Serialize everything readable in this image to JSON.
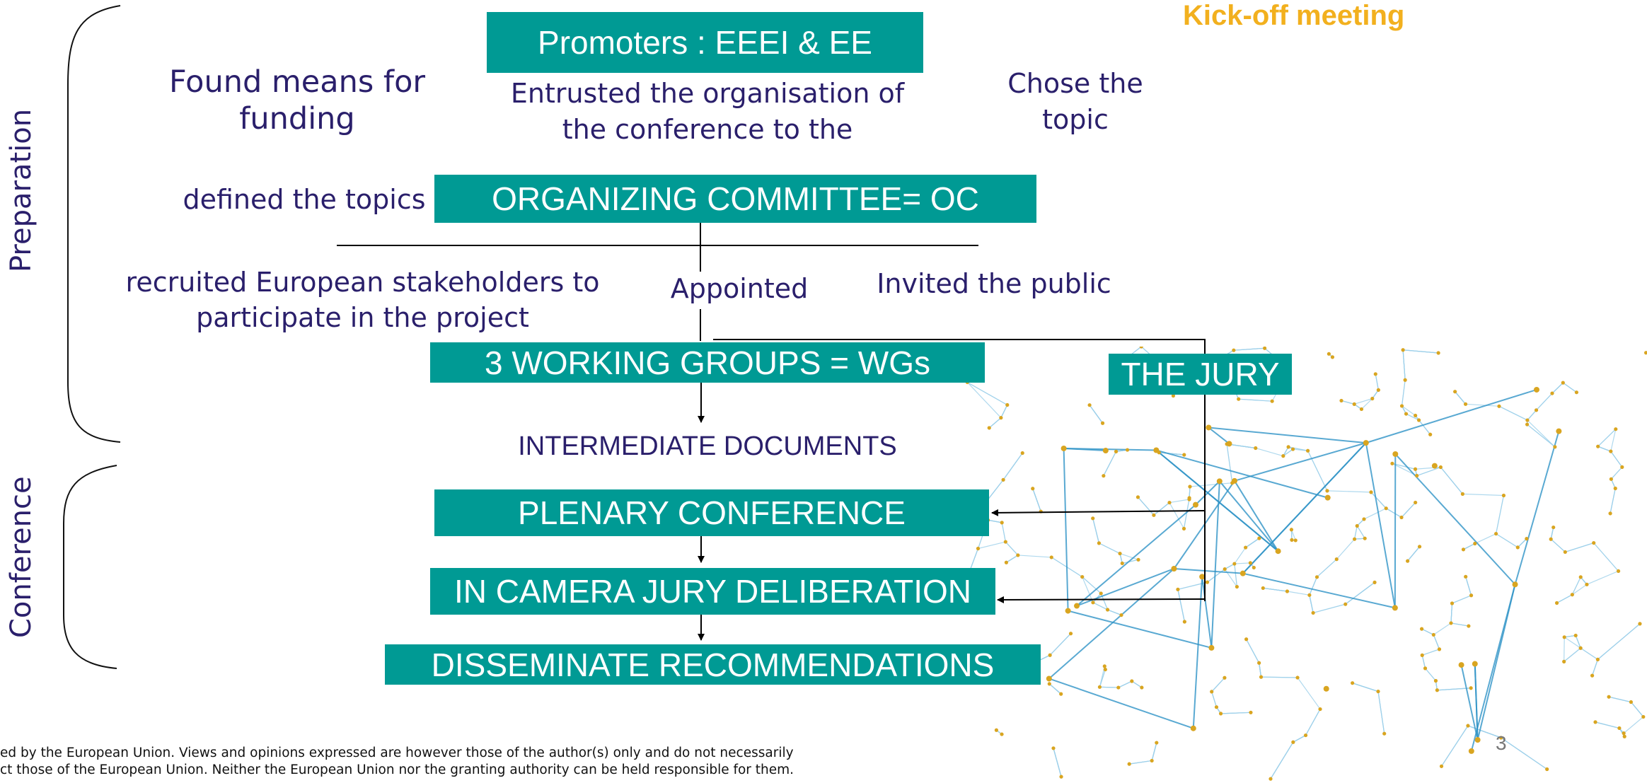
{
  "header": {
    "kickoff": "Kick-off meeting"
  },
  "side_labels": {
    "preparation": "Preparation",
    "conference": "Conference"
  },
  "boxes": {
    "promoters": "Promoters : EEEI & EE",
    "oc": "ORGANIZING COMMITTEE= OC",
    "wgs": "3 WORKING GROUPS = WGs",
    "jury": "THE JURY",
    "plenary": "PLENARY CONFERENCE",
    "deliberation": "IN CAMERA JURY DELIBERATION",
    "disseminate": "DISSEMINATE RECOMMENDATIONS"
  },
  "labels": {
    "funding_1": "Found means for",
    "funding_2": "funding",
    "entrusted_1": "Entrusted the organisation of",
    "entrusted_2": "the conference to the",
    "chose_1": "Chose the",
    "chose_2": "topic",
    "defined": "defined the topics",
    "recruited_1": "recruited European stakeholders to",
    "recruited_2": "participate in the project",
    "appointed": "Appointed",
    "invited": "Invited the public",
    "intermediate": "INTERMEDIATE DOCUMENTS"
  },
  "page_number": "3",
  "footer": {
    "line1": "ed by the European Union. Views and opinions expressed are however those of the author(s) only and do not necessarily",
    "line2": "ct those of the European Union. Neither the European Union nor the granting authority can be held responsible for them."
  },
  "colors": {
    "teal": "#009a94",
    "navy": "#2a1f6b",
    "gold": "#f2b01e",
    "net_blue": "#2f93c7",
    "net_node": "#d9a520"
  }
}
